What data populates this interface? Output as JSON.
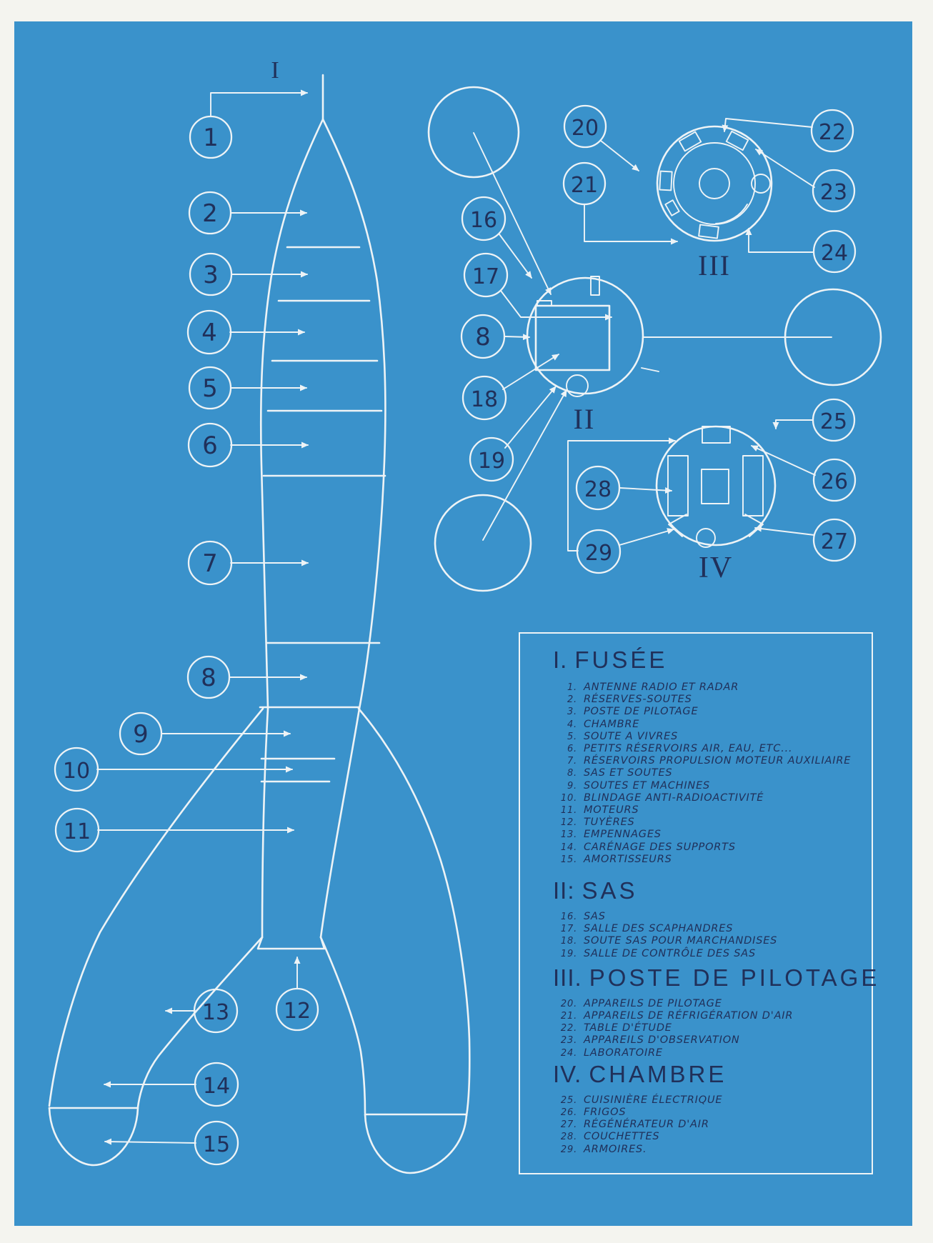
{
  "document": {
    "type": "rocket-blueprint",
    "language": "fr"
  },
  "colors": {
    "paper": "#f4f4ef",
    "blueprint": "#3a92cb",
    "line": "#edf3f6",
    "ink": "#20305a"
  },
  "views": [
    {
      "label": "I"
    },
    {
      "label": "II"
    },
    {
      "label": "III"
    },
    {
      "label": "IV"
    }
  ],
  "callouts": [
    {
      "label": "1"
    },
    {
      "label": "2"
    },
    {
      "label": "3"
    },
    {
      "label": "4"
    },
    {
      "label": "5"
    },
    {
      "label": "6"
    },
    {
      "label": "7"
    },
    {
      "label": "8"
    },
    {
      "label": "9"
    },
    {
      "label": "10"
    },
    {
      "label": "11"
    },
    {
      "label": "12"
    },
    {
      "label": "13"
    },
    {
      "label": "14"
    },
    {
      "label": "15"
    },
    {
      "label": "16"
    },
    {
      "label": "17"
    },
    {
      "label": "8"
    },
    {
      "label": "18"
    },
    {
      "label": "19"
    },
    {
      "label": "20"
    },
    {
      "label": "21"
    },
    {
      "label": "22"
    },
    {
      "label": "23"
    },
    {
      "label": "24"
    },
    {
      "label": "25"
    },
    {
      "label": "26"
    },
    {
      "label": "27"
    },
    {
      "label": "28"
    },
    {
      "label": "29"
    }
  ],
  "legend": {
    "sections": [
      {
        "numeral": "I.",
        "title": "FUSÉE",
        "items": [
          {
            "n": "1.",
            "text": "ANTENNE RADIO ET RADAR"
          },
          {
            "n": "2.",
            "text": "RÉSERVES-SOUTES"
          },
          {
            "n": "3.",
            "text": "POSTE DE PILOTAGE"
          },
          {
            "n": "4.",
            "text": "CHAMBRE"
          },
          {
            "n": "5.",
            "text": "SOUTE A VIVRES"
          },
          {
            "n": "6.",
            "text": "PETITS RÉSERVOIRS AIR, EAU, ETC..."
          },
          {
            "n": "7.",
            "text": "RÉSERVOIRS PROPULSION MOTEUR AUXILIAIRE"
          },
          {
            "n": "8.",
            "text": "SAS ET SOUTES"
          },
          {
            "n": "9.",
            "text": "SOUTES ET MACHINES"
          },
          {
            "n": "10.",
            "text": "BLINDAGE ANTI-RADIOACTIVITÉ"
          },
          {
            "n": "11.",
            "text": "MOTEURS"
          },
          {
            "n": "12.",
            "text": "TUYÈRES"
          },
          {
            "n": "13.",
            "text": "EMPENNAGES"
          },
          {
            "n": "14.",
            "text": "CARÉNAGE DES SUPPORTS"
          },
          {
            "n": "15.",
            "text": "AMORTISSEURS"
          }
        ]
      },
      {
        "numeral": "II:",
        "title": "SAS",
        "items": [
          {
            "n": "16.",
            "text": "SAS"
          },
          {
            "n": "17.",
            "text": "SALLE DES SCAPHANDRES"
          },
          {
            "n": "18.",
            "text": "SOUTE SAS POUR MARCHANDISES"
          },
          {
            "n": "19.",
            "text": "SALLE DE CONTRÔLE DES SAS"
          }
        ]
      },
      {
        "numeral": "III.",
        "title": "POSTE DE PILOTAGE",
        "items": [
          {
            "n": "20.",
            "text": "APPAREILS DE PILOTAGE"
          },
          {
            "n": "21.",
            "text": "APPAREILS DE RÉFRIGÉRATION D'AIR"
          },
          {
            "n": "22.",
            "text": "TABLE D'ÉTUDE"
          },
          {
            "n": "23.",
            "text": "APPAREILS D'OBSERVATION"
          },
          {
            "n": "24.",
            "text": "LABORATOIRE"
          }
        ]
      },
      {
        "numeral": "IV.",
        "title": "CHAMBRE",
        "items": [
          {
            "n": "25.",
            "text": "CUISINIÈRE ÉLECTRIQUE"
          },
          {
            "n": "26.",
            "text": "FRIGOS"
          },
          {
            "n": "27.",
            "text": "RÉGÉNÉRATEUR D'AIR"
          },
          {
            "n": "28.",
            "text": "COUCHETTES"
          },
          {
            "n": "29.",
            "text": "ARMOIRES."
          }
        ]
      }
    ]
  }
}
